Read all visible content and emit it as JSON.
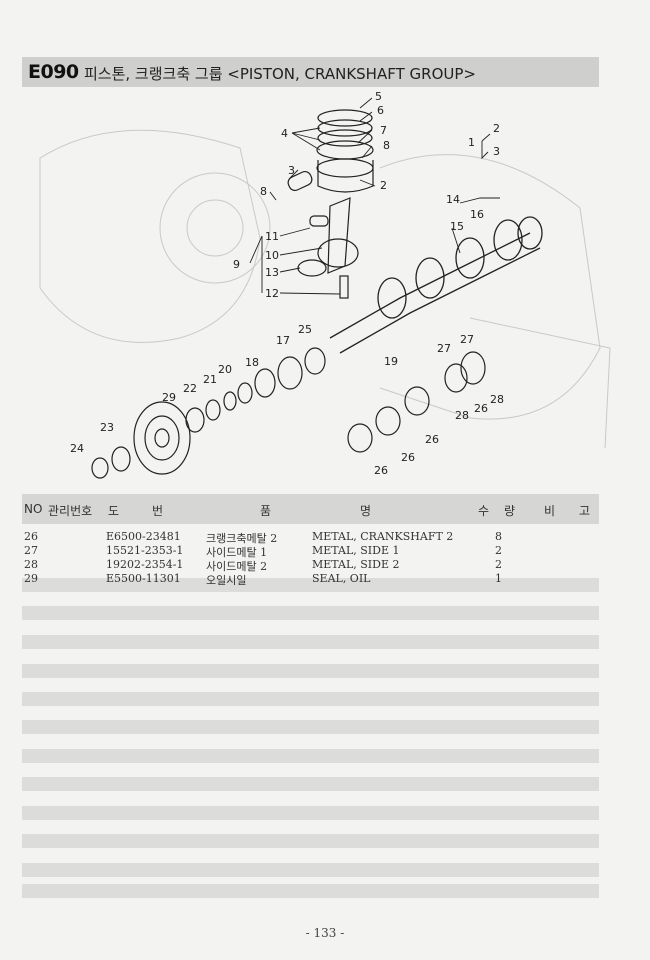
{
  "header": {
    "code": "E090",
    "title": "피스톤, 크랭크축 그룹 <PISTON, CRANKSHAFT GROUP>"
  },
  "diagram": {
    "callouts": [
      "5",
      "6",
      "4",
      "7",
      "8",
      "3",
      "2",
      "8",
      "1",
      "2",
      "3",
      "11",
      "10",
      "9",
      "13",
      "12",
      "14",
      "16",
      "15",
      "25",
      "17",
      "18",
      "19",
      "20",
      "21",
      "22",
      "29",
      "23",
      "24",
      "27",
      "27",
      "28",
      "26",
      "28",
      "26",
      "26",
      "26"
    ]
  },
  "table": {
    "headers": {
      "no": "NO",
      "mgmt": "관리번호",
      "draw1": "도",
      "draw2": "번",
      "name1": "품",
      "name2": "명",
      "qty1": "수",
      "qty2": "량",
      "remark1": "비",
      "remark2": "고"
    },
    "rows": [
      {
        "no": "26",
        "part": "E6500-23481",
        "kr": "크랭크축메탈 2",
        "en": "METAL, CRANKSHAFT 2",
        "qty": "8"
      },
      {
        "no": "27",
        "part": "15521-2353-1",
        "kr": "사이드메탈 1",
        "en": "METAL, SIDE 1",
        "qty": "2"
      },
      {
        "no": "28",
        "part": "19202-2354-1",
        "kr": "사이드메탈 2",
        "en": "METAL, SIDE 2",
        "qty": "2"
      },
      {
        "no": "29",
        "part": "E5500-11301",
        "kr": "오일시일",
        "en": "SEAL, OIL",
        "qty": "1"
      }
    ]
  },
  "footer": {
    "page": "- 133 -"
  }
}
